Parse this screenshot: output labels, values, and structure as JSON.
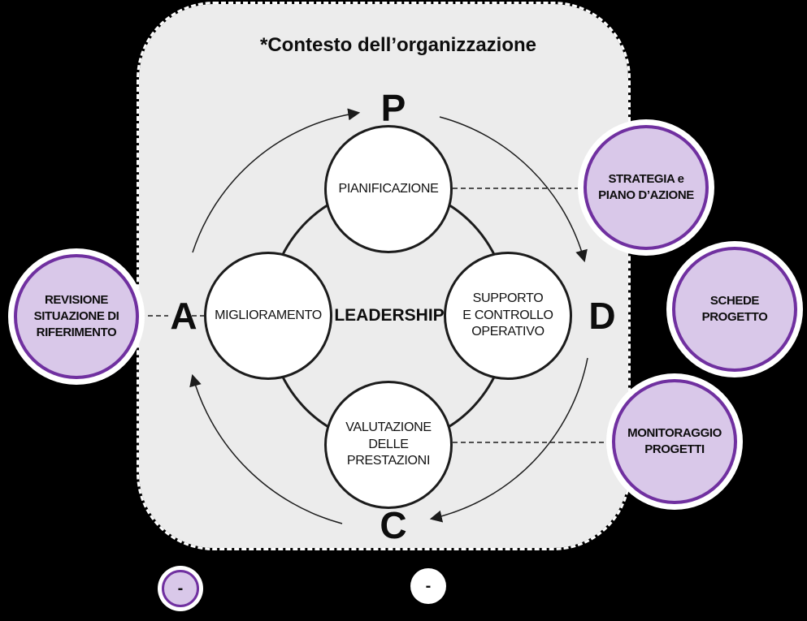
{
  "diagram": {
    "title": "*Contesto dell’organizzazione",
    "leadership": "LEADERSHIP",
    "letters": {
      "p": "P",
      "d": "D",
      "c": "C",
      "a": "A"
    },
    "phase_plan": {
      "l1": "PIANIFICAZIONE"
    },
    "phase_do": {
      "l1": "SUPPORTO",
      "l2": "E CONTROLLO",
      "l3": "OPERATIVO"
    },
    "phase_check": {
      "l1": "VALUTAZIONE",
      "l2": "DELLE",
      "l3": "PRESTAZIONI"
    },
    "phase_act": {
      "l1": "MIGLIORAMENTO"
    }
  },
  "outputs": {
    "strategia": {
      "l1": "STRATEGIA e",
      "l2": "PIANO D’AZIONE"
    },
    "schede": {
      "l1": "SCHEDE",
      "l2": "PROGETTO"
    },
    "monitoraggio": {
      "l1": "MONITORAGGIO",
      "l2": "PROGETTI"
    },
    "revisione": {
      "l1": "REVISIONE",
      "l2": "SITUAZIONE DI",
      "l3": "RIFERIMENTO"
    }
  },
  "legend": {
    "output_marker": "-",
    "phase_marker": "-"
  },
  "colors": {
    "background": "#000000",
    "context_fill": "#ececec",
    "purple_border": "#7030a0",
    "purple_fill": "#d9c8e9",
    "line_color": "#1c1c1c",
    "halo": "#ffffff"
  }
}
